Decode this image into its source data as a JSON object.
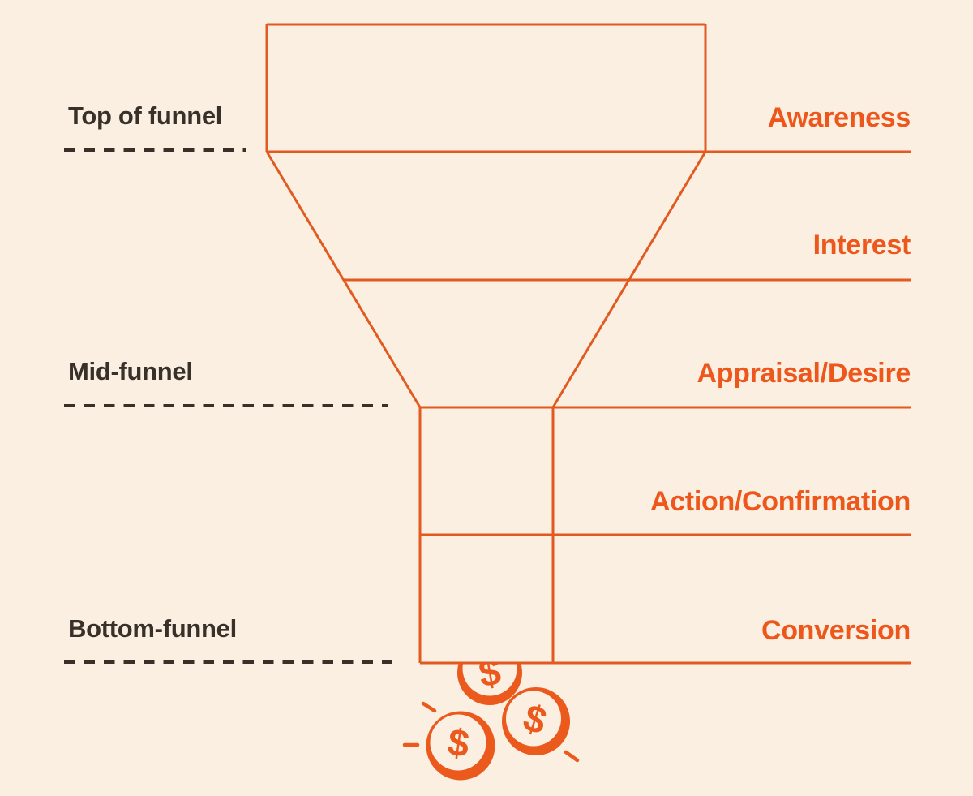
{
  "diagram": {
    "type": "marketing-funnel",
    "left_sections": [
      {
        "label": "Top of funnel"
      },
      {
        "label": "Mid-funnel"
      },
      {
        "label": "Bottom-funnel"
      }
    ],
    "stages": [
      {
        "label": "Awareness"
      },
      {
        "label": "Interest"
      },
      {
        "label": "Appraisal/Desire"
      },
      {
        "label": "Action/Confirmation"
      },
      {
        "label": "Conversion"
      }
    ],
    "coin_symbol": "$",
    "coin_count": 3,
    "colors": {
      "background": "#FAEFE1",
      "line_orange": "#E25A20",
      "accent_orange": "#EB591C",
      "text_orange": "#ED571B",
      "text_dark": "#38312A"
    }
  }
}
